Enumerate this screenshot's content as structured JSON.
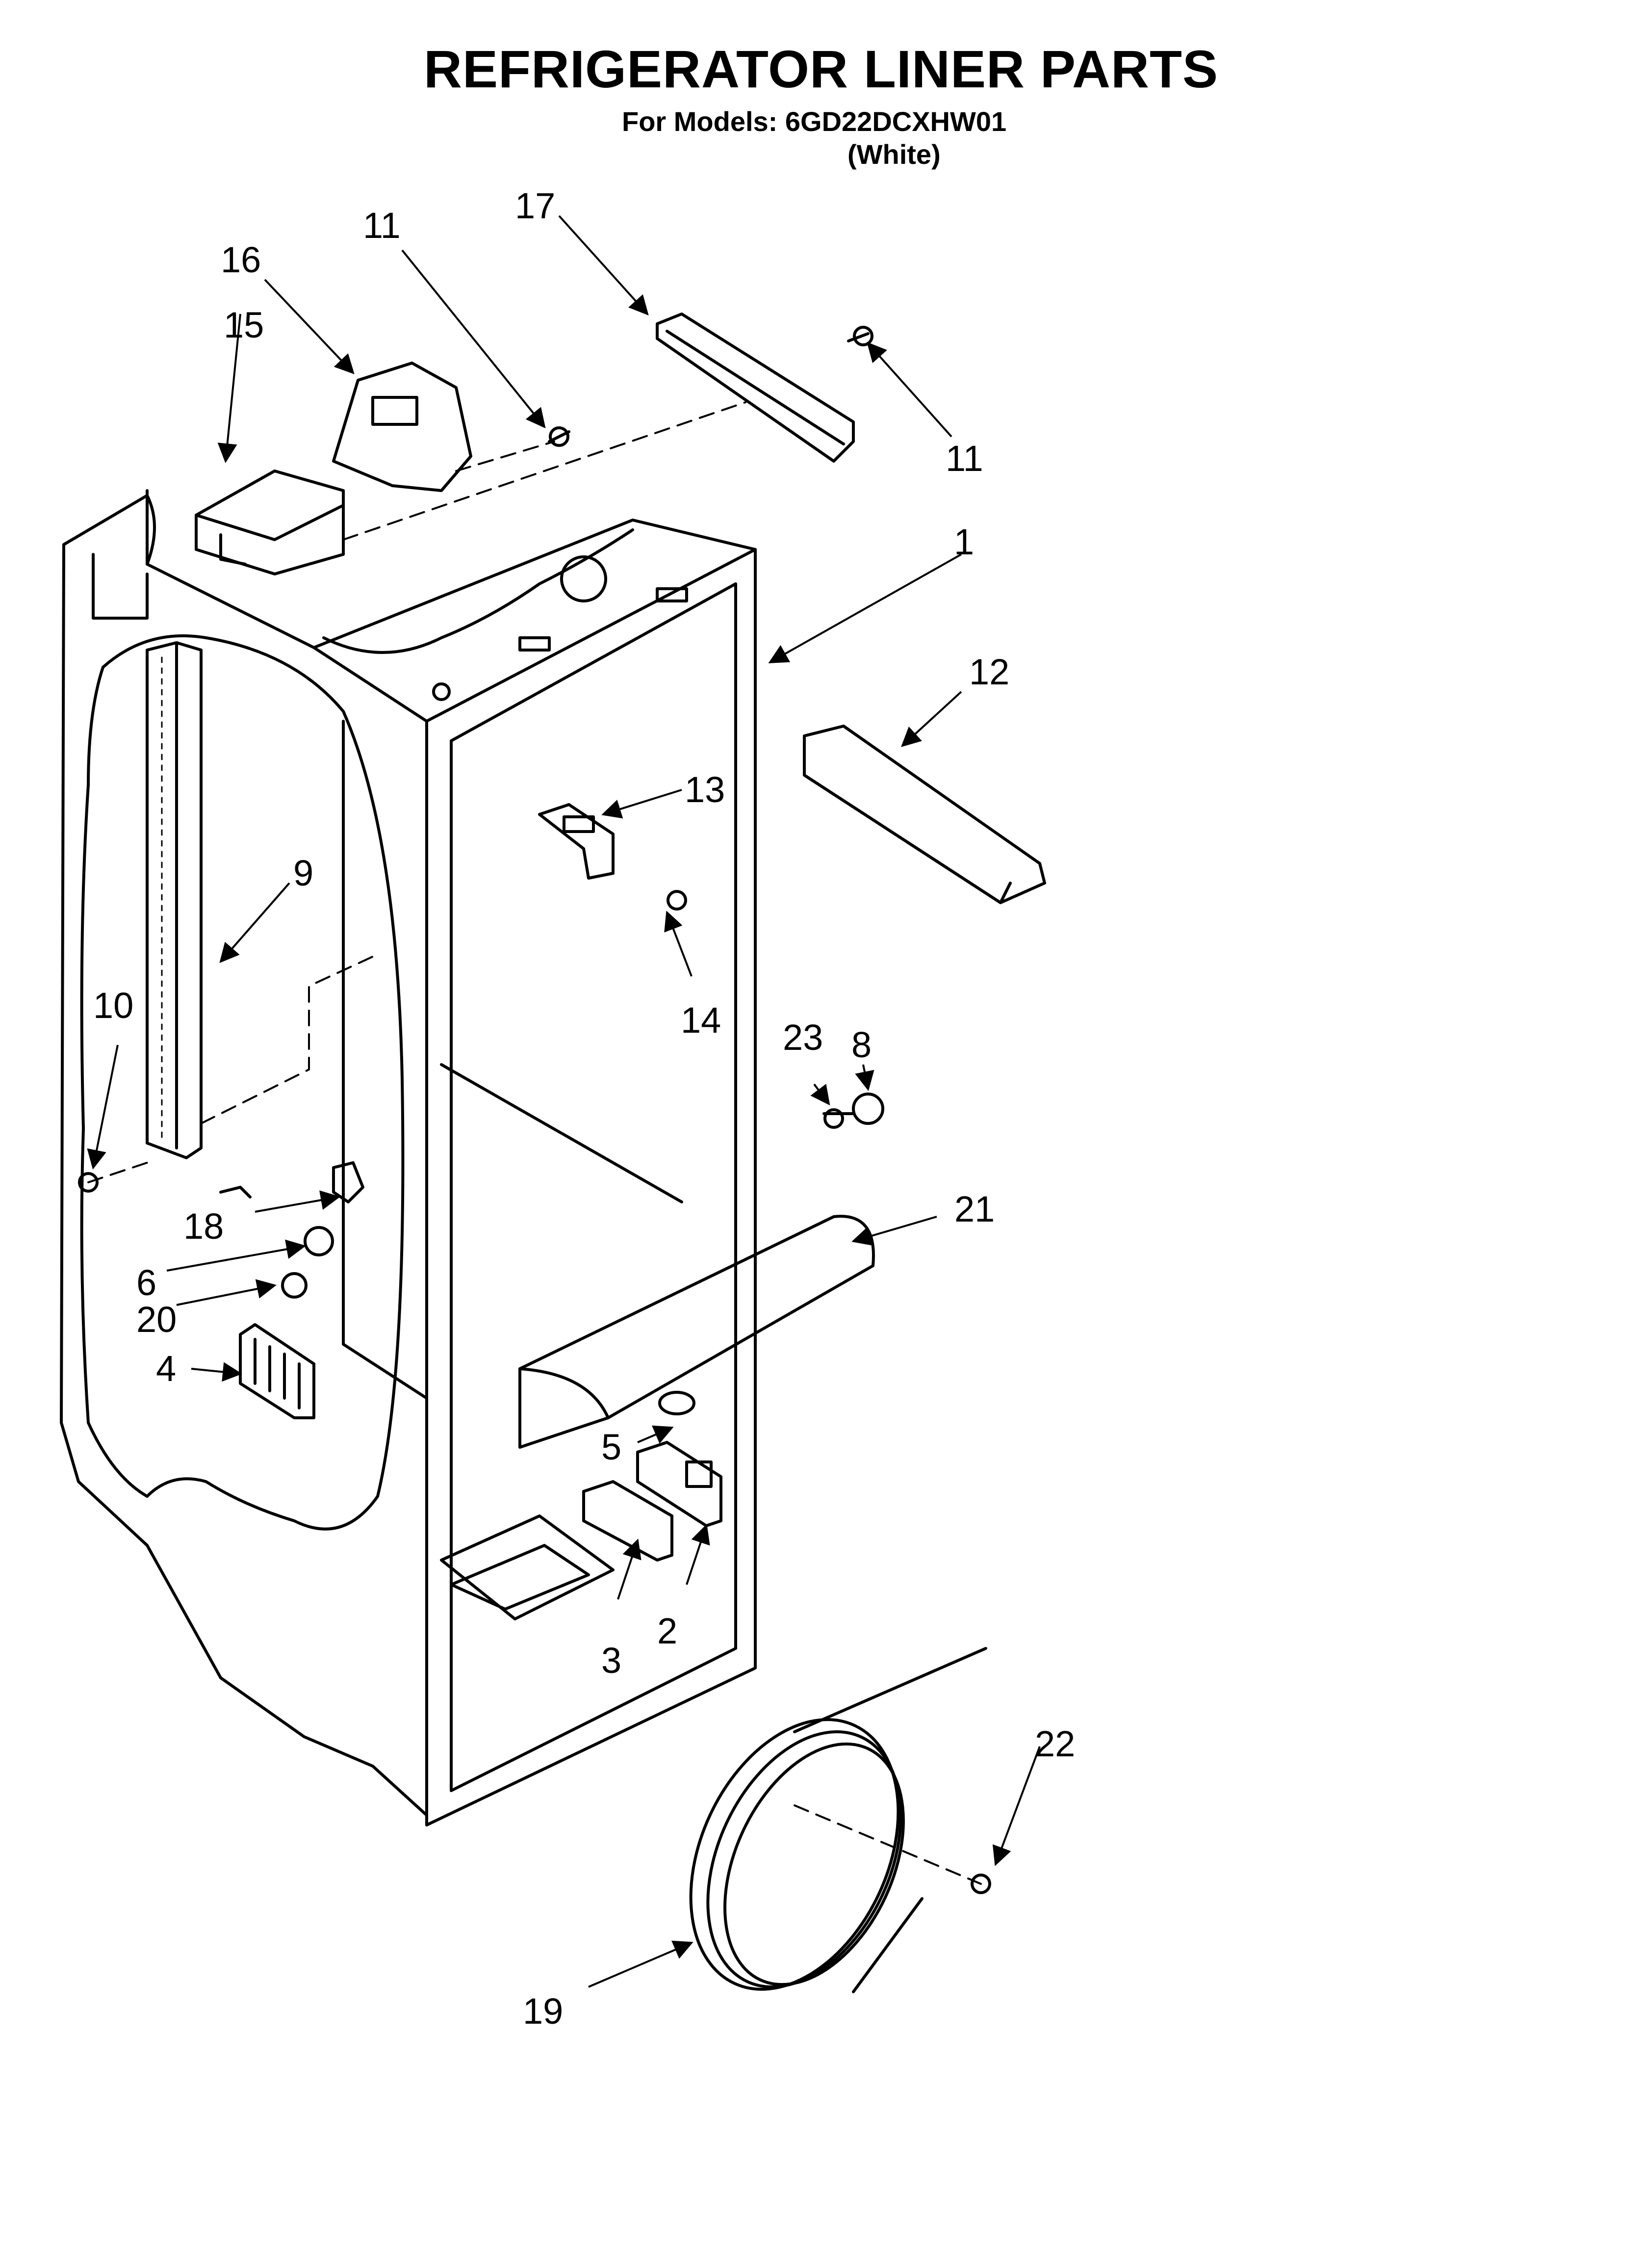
{
  "title": "REFRIGERATOR LINER PARTS",
  "subtitle": "For Models: 6GD22DCXHW01",
  "color_note": "(White)",
  "callouts": [
    "1",
    "2",
    "3",
    "4",
    "5",
    "6",
    "8",
    "9",
    "10",
    "11",
    "11",
    "12",
    "13",
    "14",
    "15",
    "16",
    "17",
    "18",
    "19",
    "20",
    "21",
    "22",
    "23"
  ]
}
